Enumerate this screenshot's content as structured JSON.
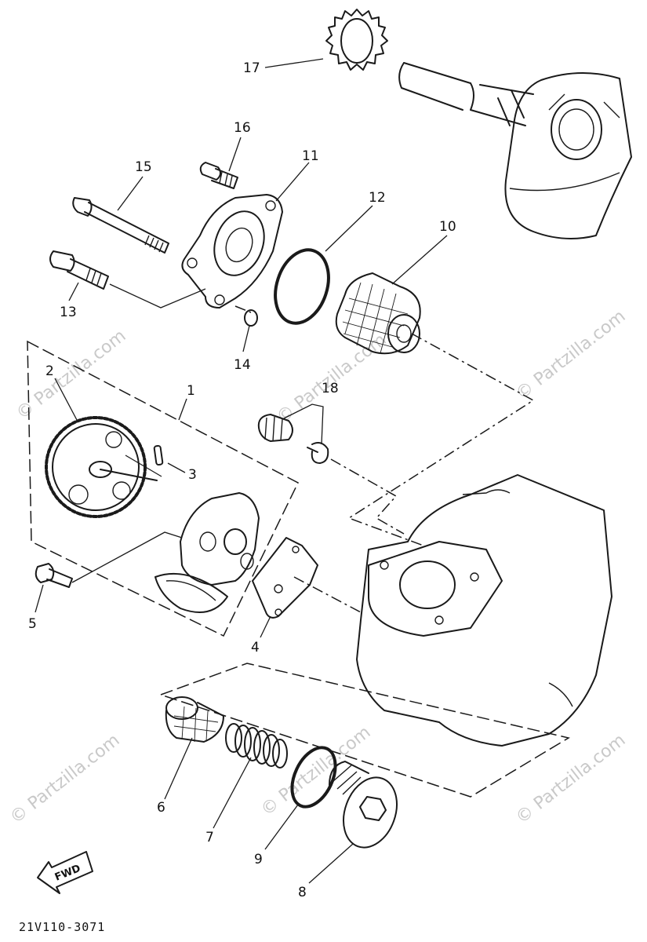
{
  "diagram": {
    "code": "21V110-3071",
    "fwd_label": "FWD",
    "watermark": "© Partzilla.com",
    "callouts": {
      "c1": "1",
      "c2": "2",
      "c3": "3",
      "c4": "4",
      "c5": "5",
      "c6": "6",
      "c7": "7",
      "c8": "8",
      "c9": "9",
      "c10": "10",
      "c11": "11",
      "c12": "12",
      "c13": "13",
      "c14": "14",
      "c15": "15",
      "c16": "16",
      "c17": "17",
      "c18": "18"
    }
  }
}
